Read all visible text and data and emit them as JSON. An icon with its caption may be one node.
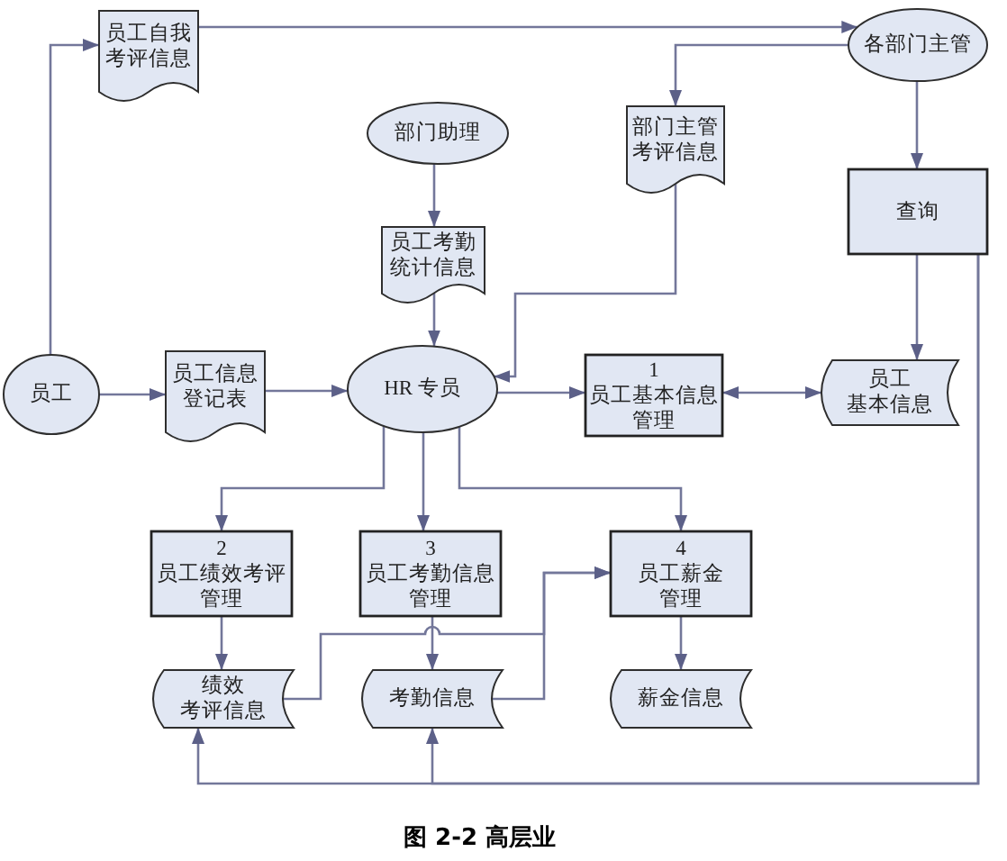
{
  "diagram": {
    "caption": "图 2-2 高层业",
    "nodes": [
      {
        "text": [
          "员工自我考评信息"
        ]
      },
      {
        "text": [
          "各部门主管"
        ]
      },
      {
        "text": [
          "部门助理"
        ]
      },
      {
        "text": [
          "部门主管考评信息"
        ]
      },
      {
        "text": [
          "查询"
        ]
      },
      {
        "text": [
          "员工考勤统计信息"
        ]
      },
      {
        "text": [
          "员工"
        ]
      },
      {
        "text": [
          "员工信息登记表"
        ]
      },
      {
        "text": [
          "HR 专员"
        ]
      },
      {
        "text": [
          "1",
          "员工基本信息管理"
        ]
      },
      {
        "text": [
          "员工基本信息"
        ]
      },
      {
        "text": [
          "2",
          "员工绩效考评管理"
        ]
      },
      {
        "text": [
          "3",
          "员工考勤信息管理"
        ]
      },
      {
        "text": [
          "4",
          "员工薪金管理"
        ]
      },
      {
        "text": [
          "绩效考评信息"
        ]
      },
      {
        "text": [
          "考勤信息"
        ]
      },
      {
        "text": [
          "薪金信息"
        ]
      }
    ],
    "edges": [
      {
        "from": 6,
        "to": 0,
        "arrow": "to"
      },
      {
        "from": 6,
        "to": 7,
        "arrow": "to"
      },
      {
        "from": 7,
        "to": 8,
        "arrow": "to"
      },
      {
        "from": 0,
        "to": 1,
        "arrow": "to"
      },
      {
        "from": 1,
        "to": 3,
        "arrow": "to"
      },
      {
        "from": 1,
        "to": 4,
        "arrow": "to"
      },
      {
        "from": 2,
        "to": 5,
        "arrow": "to"
      },
      {
        "from": 5,
        "to": 8,
        "arrow": "to"
      },
      {
        "from": 3,
        "to": 8,
        "arrow": "to"
      },
      {
        "from": 8,
        "to": 9,
        "arrow": "to"
      },
      {
        "from": 9,
        "to": 10,
        "arrow": "both"
      },
      {
        "from": 4,
        "to": 10,
        "arrow": "to"
      },
      {
        "from": 8,
        "to": 11,
        "arrow": "to"
      },
      {
        "from": 8,
        "to": 12,
        "arrow": "to"
      },
      {
        "from": 8,
        "to": 13,
        "arrow": "to"
      },
      {
        "from": 11,
        "to": 14,
        "arrow": "to"
      },
      {
        "from": 12,
        "to": 15,
        "arrow": "to"
      },
      {
        "from": 13,
        "to": 16,
        "arrow": "to"
      },
      {
        "from": 14,
        "to": 13,
        "arrow": "to"
      },
      {
        "from": 15,
        "to": 13,
        "arrow": "to"
      },
      {
        "from": 4,
        "to": 14,
        "arrow": "to"
      },
      {
        "from": 4,
        "to": 15,
        "arrow": "to"
      }
    ]
  }
}
